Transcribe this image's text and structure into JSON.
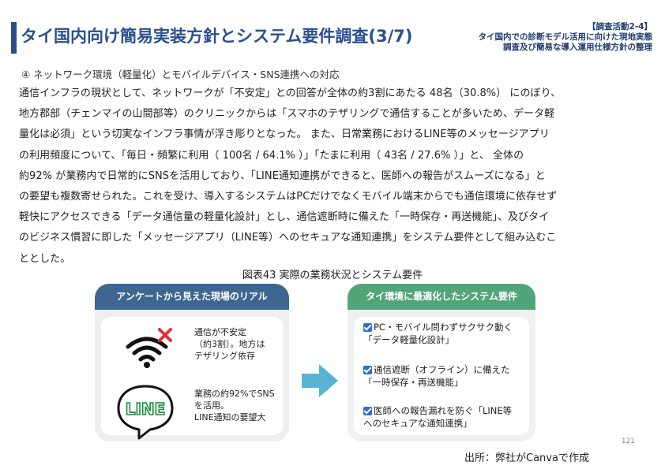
{
  "header": {
    "title": "タイ国内向け簡易実装方針とシステム要件調査(3/7)",
    "tag_line1": "【調査活動2-4】",
    "tag_line2": "タイ国内での診断モデル活用に向けた現地実態",
    "tag_line3": "調査及び簡易な導入運用仕様方針の整理"
  },
  "section_heading": "④ ネットワーク環境（軽量化）とモバイルデバイス・SNS連携への対応",
  "body_lines": [
    "通信インフラの現状として、ネットワークが「不安定」との回答が全体の約3割にあたる 48名（30.8%） にのぼり、",
    "地方郡部（チェンマイの山間部等）のクリニックからは「スマホのテザリングで通信することが多いため、データ軽",
    "量化は必須」という切実なインフラ事情が浮き彫りとなった。 また、日常業務におけるLINE等のメッセージアプリ",
    "の利用頻度について、「毎日・頻繁に利用（ 100名 / 64.1% ）」「たまに利用（ 43名 / 27.6% ）」と、 全体の",
    "約92% が業務内で日常的にSNSを活用しており、「LINE通知連携ができると、医師への報告がスムーズになる」と",
    "の要望も複数寄せられた。これを受け、導入するシステムはPCだけでなくモバイル端末からでも通信環境に依存せず",
    "軽快にアクセスできる「データ通信量の軽量化設計」とし、通信遮断時に備えた「一時保存・再送機能」、及びタイ",
    "のビジネス慣習に即した「メッセージアプリ（LINE等）へのセキュアな通知連携」をシステム要件として組み込むこ",
    "ととした。"
  ],
  "figure": {
    "title": "図表43 実際の業務状況とシステム要件",
    "left_card": {
      "heading": "アンケートから見えた現場のリアル",
      "icons": [
        "wifi-icon",
        "line-logo-icon"
      ],
      "logo_text": "LINE",
      "item1": "通信が不安定\n（約3割）。地方は\nテザリング依存",
      "item2": "業務の約92%でSNS\nを活用。\nLINE通知の要望大"
    },
    "right_card": {
      "heading": "タイ環境に最適化したシステム要件",
      "items": [
        {
          "line1": "PC・モバイル問わずサクサク動く",
          "line2": "「データ軽量化設計」"
        },
        {
          "line1": "通信遮断（オフライン）に備えた",
          "line2": "「一時保存・再送機能」"
        },
        {
          "line1": "医師への報告漏れを防ぐ「LINE等",
          "line2": "へのセキュアな通知連携」"
        }
      ]
    }
  },
  "colors": {
    "title": "#2a4f8f",
    "left_header": "#3d6690",
    "right_header": "#52a579",
    "arrow": "#5bb3d4",
    "checkbox": "#2d6fd1",
    "x_mark": "#e0313b"
  },
  "page_number": "121",
  "source": "出所：弊社がCanvaで作成"
}
